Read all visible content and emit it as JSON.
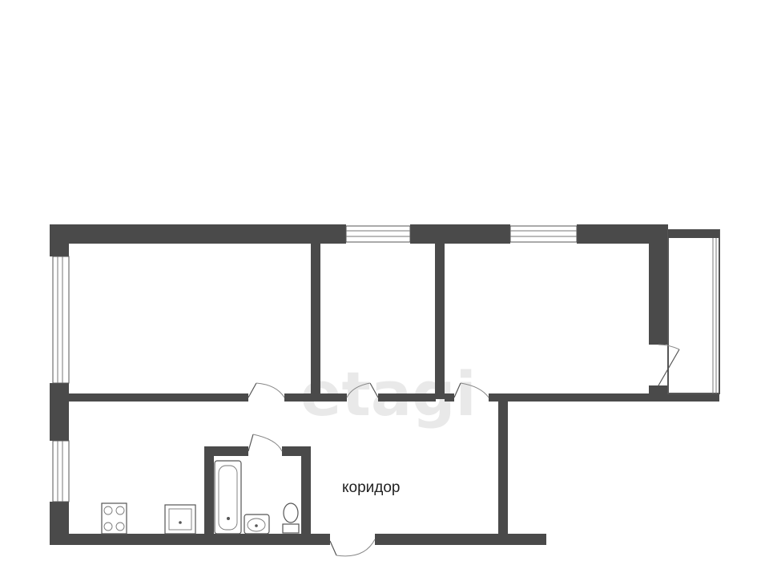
{
  "plan": {
    "rooms": [
      {
        "id": "corridor",
        "label": "коридор"
      }
    ],
    "watermark": "etagi",
    "colors": {
      "wall": "#4a4a4a",
      "background": "#ffffff",
      "fixture_stroke": "#555555"
    }
  }
}
